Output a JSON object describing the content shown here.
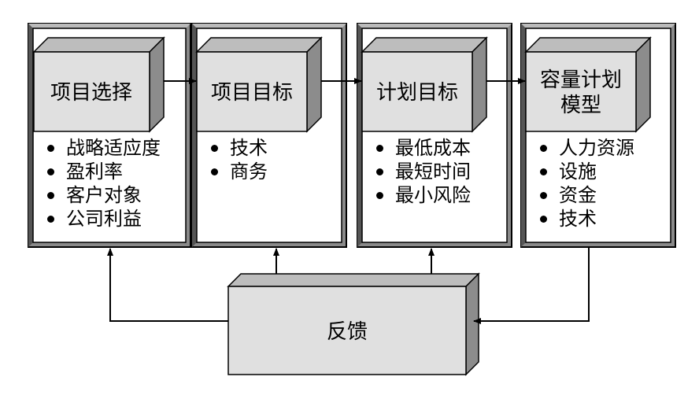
{
  "stages": [
    {
      "title_lines": [
        "项目选择"
      ],
      "items": [
        "战略适应度",
        "盈利率",
        "客户对象",
        "公司利益"
      ]
    },
    {
      "title_lines": [
        "项目目标"
      ],
      "items": [
        "技术",
        "商务"
      ]
    },
    {
      "title_lines": [
        "计划目标"
      ],
      "items": [
        "最低成本",
        "最短时间",
        "最小风险"
      ]
    },
    {
      "title_lines": [
        "容量计划",
        "模型"
      ],
      "items": [
        "人力资源",
        "设施",
        "资金",
        "技术"
      ]
    }
  ],
  "feedback": {
    "label": "反馈"
  },
  "colors": {
    "block_face": "#e0e0e0",
    "block_side": "#8c8c8c",
    "block_top": "#bdbdbd",
    "frame_dark": "#444444",
    "frame_light": "#a8a8a8",
    "stroke": "#000000"
  }
}
